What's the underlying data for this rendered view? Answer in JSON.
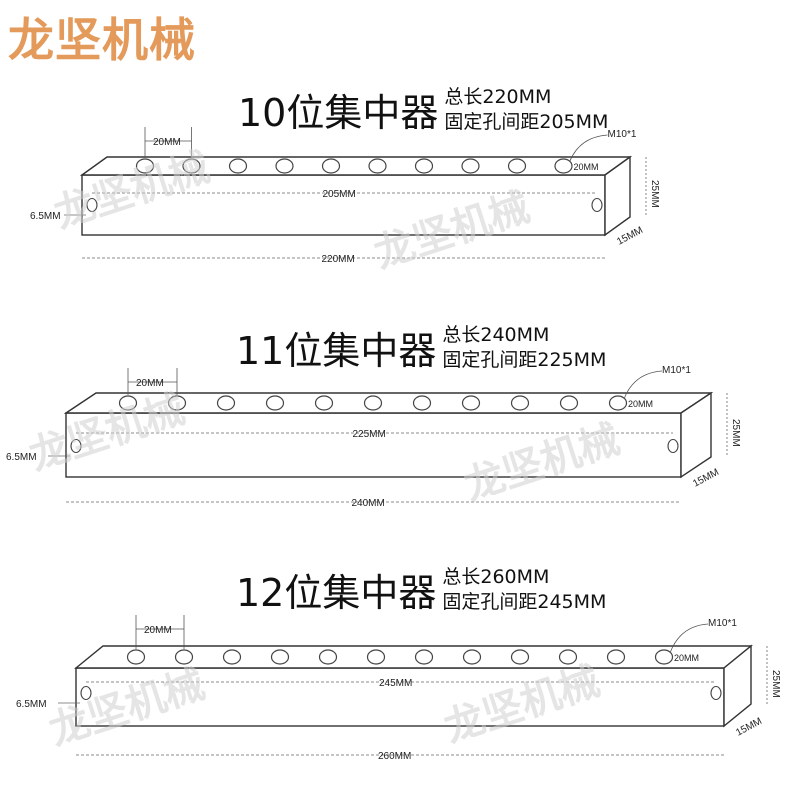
{
  "brand": "龙坚机械",
  "watermark": "龙坚机械",
  "variants": [
    {
      "title": "10位集中器",
      "total_length": "总长220MM",
      "hole_spacing": "固定孔间距205MM",
      "port_count": 10,
      "dims": {
        "pitch": "20MM",
        "fix_spacing": "205MM",
        "length": "220MM",
        "height": "25MM",
        "depth": "15MM",
        "hole_offset": "6.5MM",
        "port_spec": "M10*1",
        "end_offset": "20MM"
      }
    },
    {
      "title": "11位集中器",
      "total_length": "总长240MM",
      "hole_spacing": "固定孔间距225MM",
      "port_count": 11,
      "dims": {
        "pitch": "20MM",
        "fix_spacing": "225MM",
        "length": "240MM",
        "height": "25MM",
        "depth": "15MM",
        "hole_offset": "6.5MM",
        "port_spec": "M10*1",
        "end_offset": "20MM"
      }
    },
    {
      "title": "12位集中器",
      "total_length": "总长260MM",
      "hole_spacing": "固定孔间距245MM",
      "port_count": 12,
      "dims": {
        "pitch": "20MM",
        "fix_spacing": "245MM",
        "length": "260MM",
        "height": "25MM",
        "depth": "15MM",
        "hole_offset": "6.5MM",
        "port_spec": "M10*1",
        "end_offset": "20MM"
      }
    }
  ]
}
